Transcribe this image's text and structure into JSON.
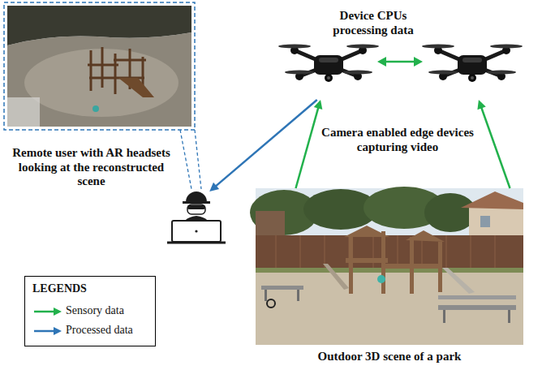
{
  "diagram": {
    "nodes": [
      {
        "text": [
          "Outdoor 3D scene of a park"
        ]
      },
      {
        "text": [
          "Device CPUs processing data",
          "Camera enabled edge devices capturing video"
        ]
      },
      {
        "text": [
          "Remote user with AR headsets looking at the reconstructed scene"
        ]
      }
    ],
    "edges": [
      {
        "from": 0,
        "to": 1,
        "arrow": "to"
      },
      {
        "from": 0,
        "to": 1,
        "arrow": "to"
      },
      {
        "from": 1,
        "to": 2,
        "arrow": "to"
      }
    ],
    "labels": [
      "LEGENDS"
    ],
    "legend": [
      {
        "text": "Sensory data"
      },
      {
        "text": "Processed data"
      }
    ]
  }
}
